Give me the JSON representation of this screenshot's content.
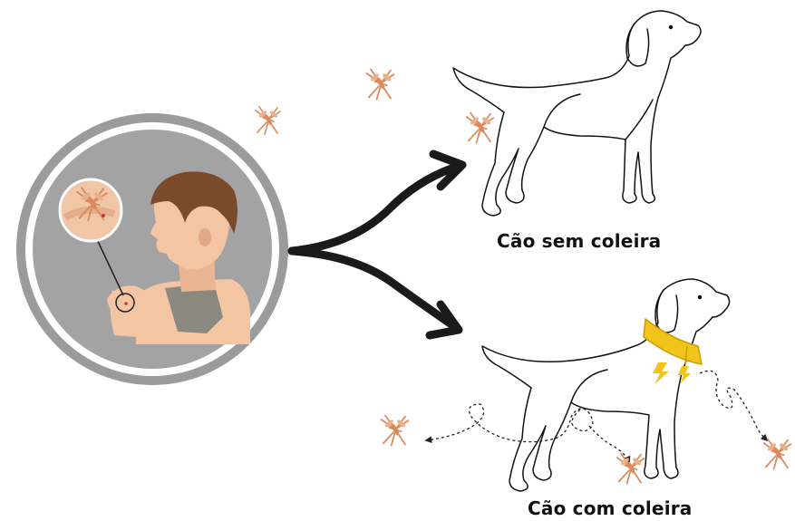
{
  "labels": {
    "dog_without_collar": "Cão sem coleira",
    "dog_with_collar": "Cão com coleira"
  },
  "colors": {
    "circle_bg": "#a3a3a3",
    "circle_ring": "#8e8e8e",
    "mosquito": "#d98b5f",
    "collar": "#f0c418",
    "lightning": "#f2c318",
    "arrow": "#1a1a1a",
    "skin": "#f3c5a3",
    "hair": "#7a4a2c",
    "shirt": "#8a8a80"
  },
  "icons": [
    "mosquito-icon",
    "lightning-icon",
    "magnifier-icon",
    "dog-outline",
    "collar"
  ]
}
